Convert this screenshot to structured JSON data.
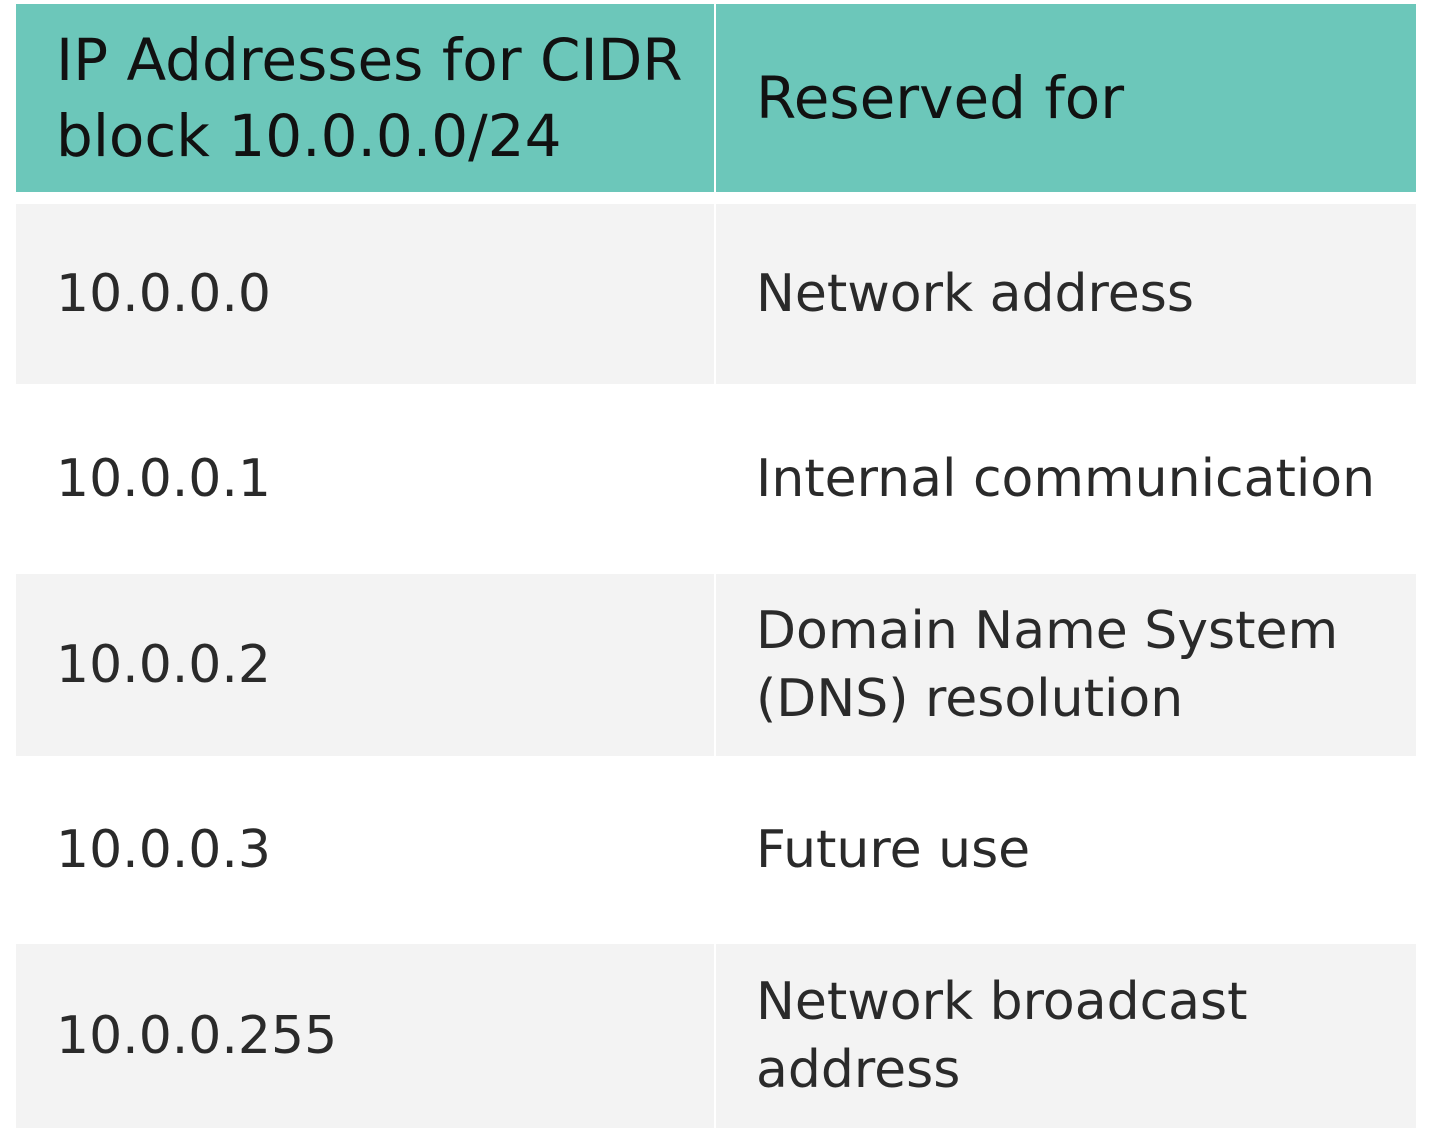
{
  "table": {
    "headers": {
      "ip": "IP Addresses for CIDR block 10.0.0.0/24",
      "reserved": "Reserved for"
    },
    "rows": [
      {
        "ip": "10.0.0.0",
        "reserved": "Network address"
      },
      {
        "ip": "10.0.0.1",
        "reserved": "Internal communication"
      },
      {
        "ip": "10.0.0.2",
        "reserved": "Domain Name System (DNS) resolution"
      },
      {
        "ip": "10.0.0.3",
        "reserved": "Future use"
      },
      {
        "ip": "10.0.0.255",
        "reserved": "Network broadcast address"
      }
    ]
  },
  "colors": {
    "header_bg": "#6cc7ba",
    "shaded_row_bg": "#f3f3f3",
    "plain_row_bg": "#ffffff"
  }
}
